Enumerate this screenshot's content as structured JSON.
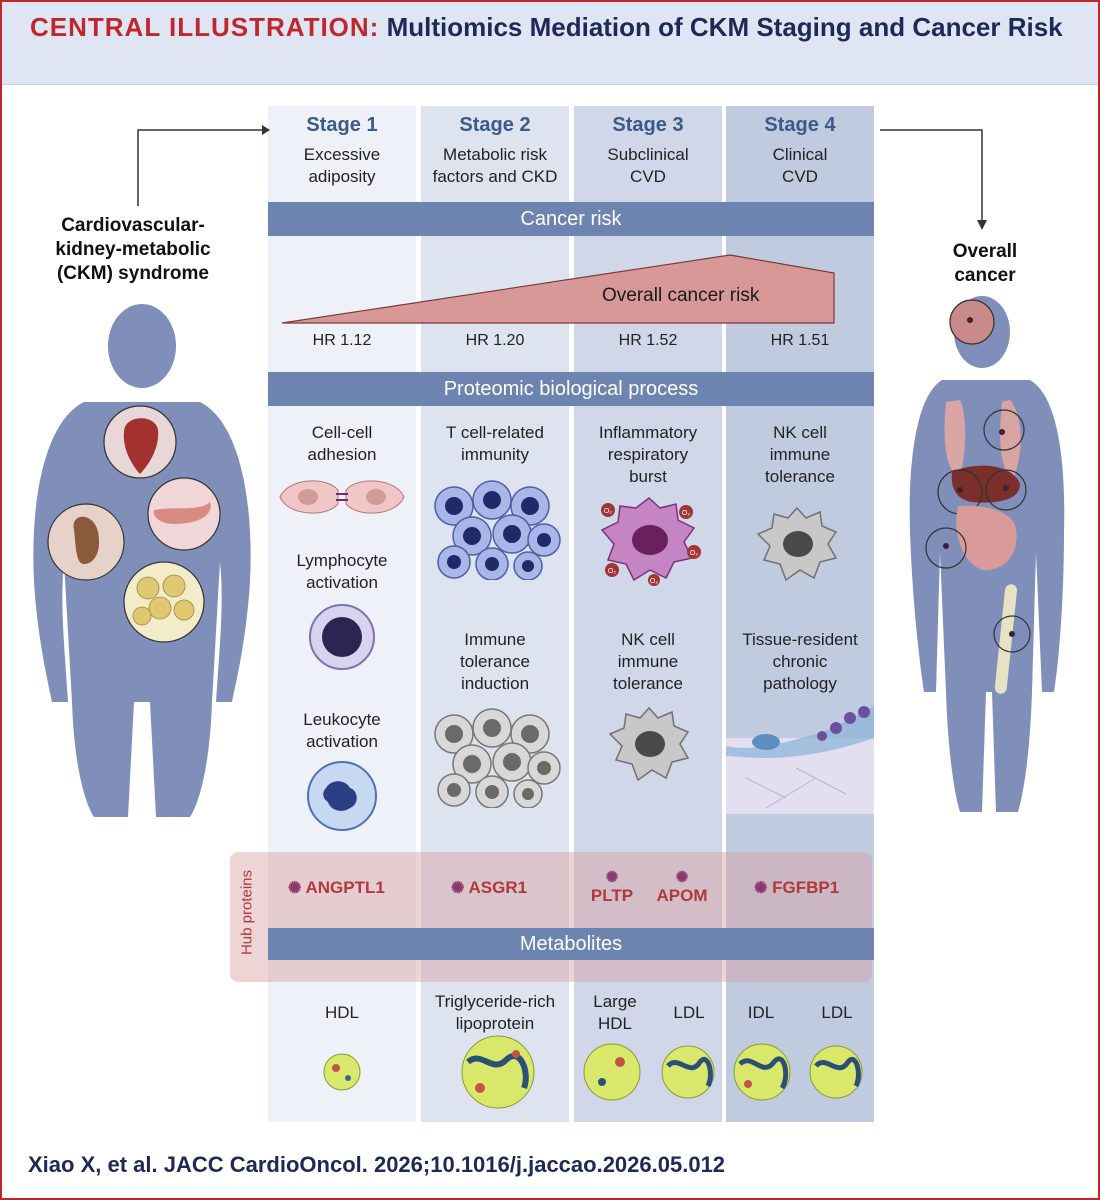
{
  "header": {
    "label": "CENTRAL ILLUSTRATION:",
    "title": "Multiomics Mediation of CKM Staging and Cancer Risk"
  },
  "left": {
    "label": "Cardiovascular-\nkidney-metabolic\n(CKM) syndrome"
  },
  "right": {
    "label": "Overall\ncancer"
  },
  "stages": [
    {
      "title": "Stage 1",
      "subtitle": "Excessive\nadiposity",
      "hr": "HR 1.12"
    },
    {
      "title": "Stage 2",
      "subtitle": "Metabolic risk\nfactors and CKD",
      "hr": "HR 1.20"
    },
    {
      "title": "Stage 3",
      "subtitle": "Subclinical\nCVD",
      "hr": "HR 1.52"
    },
    {
      "title": "Stage 4",
      "subtitle": "Clinical\nCVD",
      "hr": "HR 1.51"
    }
  ],
  "banners": {
    "cancer_risk": "Cancer risk",
    "proteomic": "Proteomic biological process",
    "metabolites": "Metabolites"
  },
  "risk_label": "Overall cancer risk",
  "processes": [
    [
      "Cell-cell\nadhesion",
      "Lymphocyte\nactivation",
      "Leukocyte\nactivation"
    ],
    [
      "T cell-related\nimmunity",
      "Immune\ntolerance\ninduction"
    ],
    [
      "Inflammatory\nrespiratory\nburst",
      "NK cell\nimmune\ntolerance"
    ],
    [
      "NK cell\nimmune\ntolerance",
      "Tissue-resident\nchronic\npathology"
    ]
  ],
  "hub": {
    "label": "Hub proteins",
    "proteins": [
      "ANGPTL1",
      "ASGR1",
      "PLTP",
      "APOM",
      "FGFBP1"
    ]
  },
  "metabolites": [
    "HDL",
    "Triglyceride-rich\nlipoprotein",
    "Large\nHDL",
    "LDL",
    "IDL",
    "LDL"
  ],
  "oxygen_label": "O₂",
  "citation": "Xiao X, et al. JACC CardioOncol. 2026;10.1016/j.jaccao.2026.05.012",
  "colors": {
    "stage1": "#eef1f7",
    "stage2": "#dde3ef",
    "stage3": "#cfd7e8",
    "stage4": "#c1cbe0",
    "banner": "#6d83b0",
    "accent": "#c0272d",
    "silhouette": "#7f8fba"
  }
}
